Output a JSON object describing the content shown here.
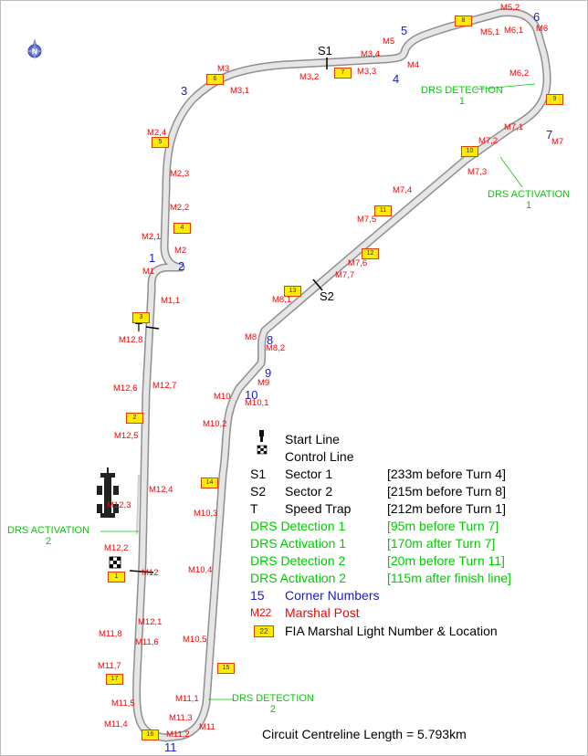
{
  "compass": {
    "symbol": "N"
  },
  "sectors": [
    {
      "label": "S1"
    },
    {
      "label": "S2"
    },
    {
      "label": "T"
    }
  ],
  "corners": [
    "1",
    "2",
    "3",
    "4",
    "5",
    "6",
    "7",
    "8",
    "9",
    "10",
    "11"
  ],
  "marshal_posts": [
    "M1",
    "M2",
    "M2,1",
    "M2,2",
    "M2,3",
    "M2,4",
    "M3",
    "M3,1",
    "M3,2",
    "M3,3",
    "M3,4",
    "M4",
    "M5",
    "M5,1",
    "M5,2",
    "M6",
    "M6,1",
    "M6,2",
    "M7",
    "M7,1",
    "M7,2",
    "M7,3",
    "M7,4",
    "M7,5",
    "M7,6",
    "M7,7",
    "M8",
    "M8,1",
    "M8,2",
    "M9",
    "M10",
    "M10,1",
    "M10,2",
    "M10,3",
    "M10,4",
    "M10,5",
    "M11",
    "M11,1",
    "M11,2",
    "M11,3",
    "M11,4",
    "M11,5",
    "M11,6",
    "M11,7",
    "M11,8",
    "M12",
    "M12,1",
    "M12,2",
    "M12,3",
    "M12,4",
    "M12,5",
    "M12,6",
    "M12,7",
    "M12,8",
    "M1,1"
  ],
  "light_numbers": [
    "1",
    "2",
    "3",
    "4",
    "5",
    "6",
    "7",
    "8",
    "9",
    "10",
    "11",
    "12",
    "13",
    "14",
    "15",
    "16",
    "17"
  ],
  "drs_labels": [
    {
      "line1": "DRS DETECTION",
      "line2": "1"
    },
    {
      "line1": "DRS ACTIVATION",
      "line2": "1"
    },
    {
      "line1": "DRS ACTIVATION",
      "line2": "2"
    },
    {
      "line1": "DRS DETECTION",
      "line2": "2"
    }
  ],
  "legend": {
    "start_line": "Start Line",
    "control_line": "Control Line",
    "s1": {
      "sym": "S1",
      "name": "Sector 1",
      "note": "[233m before Turn 4]"
    },
    "s2": {
      "sym": "S2",
      "name": "Sector 2",
      "note": "[215m before Turn 8]"
    },
    "t": {
      "sym": "T",
      "name": "Speed Trap",
      "note": "[212m before Turn 1]"
    },
    "drs_det1": {
      "name": "DRS Detection 1",
      "note": "[95m before Turn 7]"
    },
    "drs_act1": {
      "name": "DRS Activation 1",
      "note": "[170m after Turn 7]"
    },
    "drs_det2": {
      "name": "DRS Detection 2",
      "note": "[20m before Turn 11]"
    },
    "drs_act2": {
      "name": "DRS Activation 2",
      "note": "[115m after finish line]"
    },
    "corners": {
      "sym": "15",
      "name": "Corner Numbers"
    },
    "marshal": {
      "sym": "M22",
      "name": "Marshal Post"
    },
    "light": {
      "sym": "22",
      "name": "FIA Marshal Light Number & Location"
    }
  },
  "circuit_length": "Circuit Centreline Length = 5.793km"
}
